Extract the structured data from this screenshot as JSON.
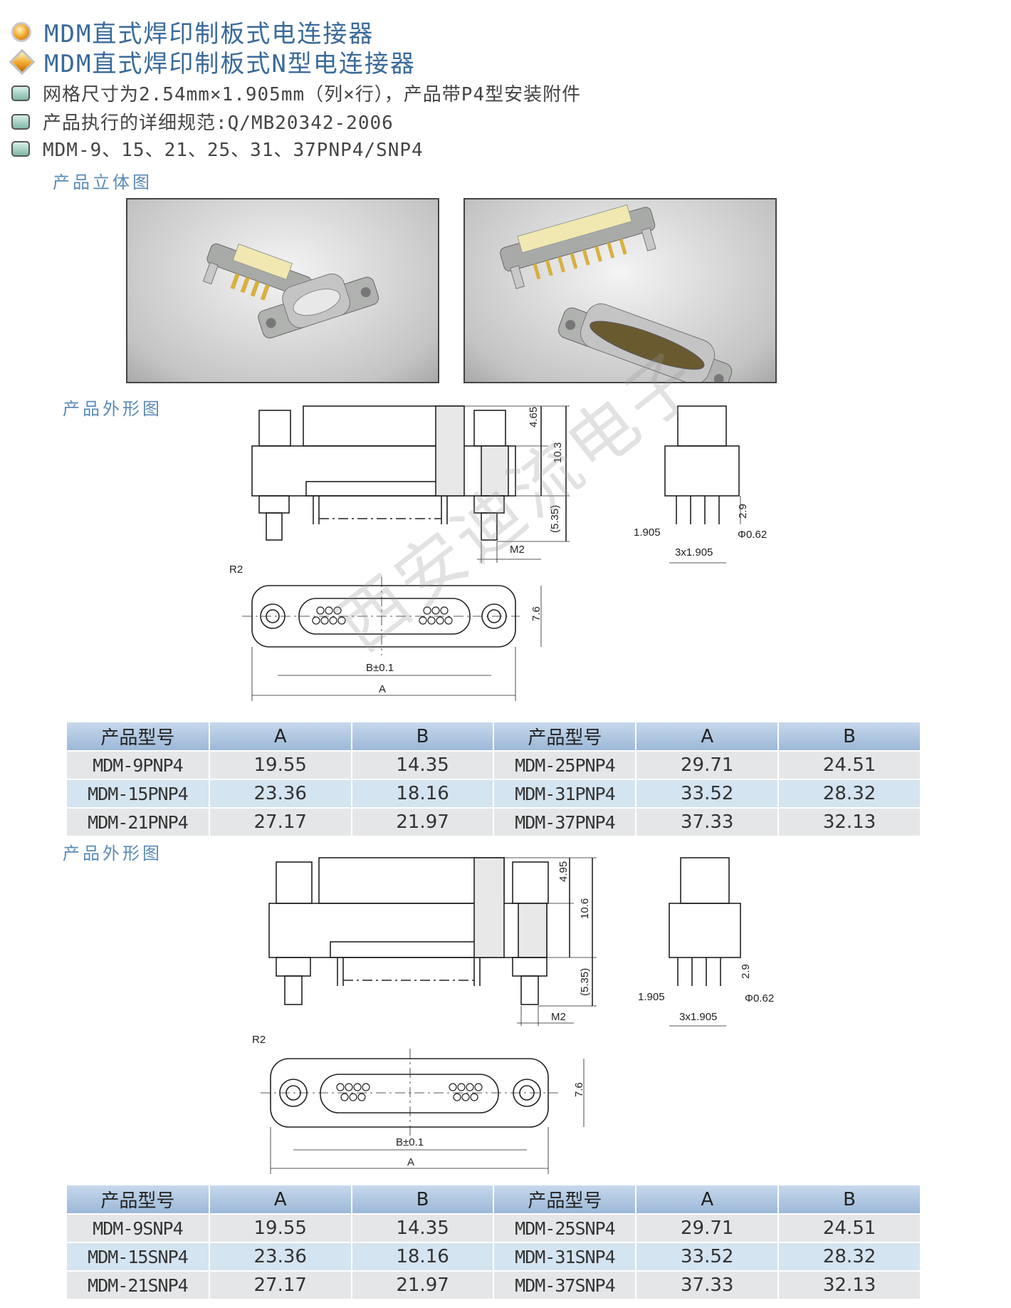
{
  "headers": [
    {
      "text": "MDM直式焊印制板式电连接器",
      "icon": "circle-bullet-icon"
    },
    {
      "text": "MDM直式焊印制板式N型电连接器",
      "icon": "diamond-bullet-icon"
    },
    {
      "text": "网格尺寸为2.54mm×1.905mm（列×行），产品带P4型安装附件",
      "icon": "square-bullet-icon"
    },
    {
      "text": "产品执行的详细规范:Q/MB20342-2006",
      "icon": "square-bullet-icon"
    },
    {
      "text": "MDM-9、15、21、25、31、37PNP4/SNP4",
      "icon": "square-bullet-icon"
    }
  ],
  "sections": {
    "product_3d": "产品立体图",
    "outline_1": "产品外形图",
    "outline_2": "产品外形图"
  },
  "drawing1": {
    "dim_465": "4.65",
    "dim_103": "10.3",
    "dim_535": "(5.35)",
    "dim_m2": "M2",
    "dim_29": "2.9",
    "dim_1905": "1.905",
    "dim_phi": "Φ0.62",
    "dim_3x": "3x1.905",
    "dim_r2": "R2",
    "dim_76": "7.6",
    "dim_b": "B±0.1",
    "dim_a": "A"
  },
  "drawing2": {
    "dim_495": "4.95",
    "dim_106": "10.6",
    "dim_535": "(5.35)",
    "dim_m2": "M2",
    "dim_29": "2.9",
    "dim_1905": "1.905",
    "dim_phi": "Φ0.62",
    "dim_3x": "3x1.905",
    "dim_r2": "R2",
    "dim_76": "7.6",
    "dim_b": "B±0.1",
    "dim_a": "A"
  },
  "watermark": "西安迪流电子",
  "table1": {
    "headers": [
      "产品型号",
      "A",
      "B",
      "产品型号",
      "A",
      "B"
    ],
    "rows": [
      [
        "MDM-9PNP4",
        "19.55",
        "14.35",
        "MDM-25PNP4",
        "29.71",
        "24.51"
      ],
      [
        "MDM-15PNP4",
        "23.36",
        "18.16",
        "MDM-31PNP4",
        "33.52",
        "28.32"
      ],
      [
        "MDM-21PNP4",
        "27.17",
        "21.97",
        "MDM-37PNP4",
        "37.33",
        "32.13"
      ]
    ]
  },
  "table2": {
    "headers": [
      "产品型号",
      "A",
      "B",
      "产品型号",
      "A",
      "B"
    ],
    "rows": [
      [
        "MDM-9SNP4",
        "19.55",
        "14.35",
        "MDM-25SNP4",
        "29.71",
        "24.51"
      ],
      [
        "MDM-15SNP4",
        "23.36",
        "18.16",
        "MDM-31SNP4",
        "33.52",
        "28.32"
      ],
      [
        "MDM-21SNP4",
        "27.17",
        "21.97",
        "MDM-37SNP4",
        "37.33",
        "32.13"
      ]
    ]
  }
}
